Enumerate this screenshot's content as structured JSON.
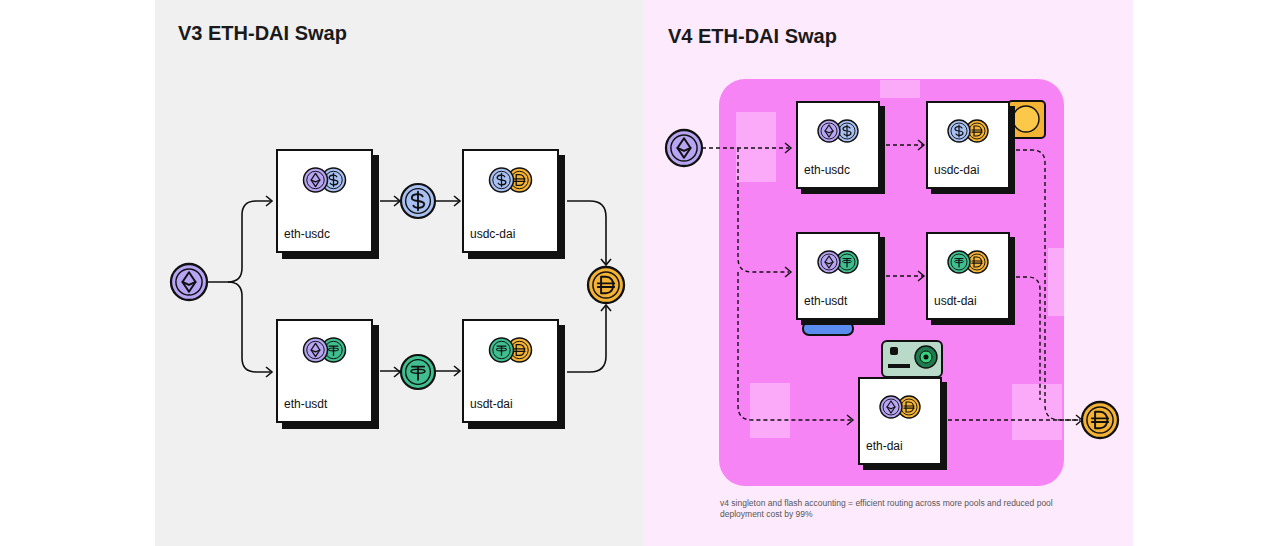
{
  "diagram": {
    "caption": "v4 singleton and flash accounting = efficient routing across more pools and reduced pool deployment cost by 99%",
    "nodes": [
      {
        "text": [
          "eth-usdc"
        ]
      },
      {
        "text": [
          "usdc-dai"
        ]
      },
      {
        "text": [
          "eth-usdt"
        ]
      },
      {
        "text": [
          "usdt-dai"
        ]
      },
      {
        "text": [
          "eth-usdc"
        ]
      },
      {
        "text": [
          "usdc-dai"
        ]
      },
      {
        "text": [
          "eth-usdt"
        ]
      },
      {
        "text": [
          "usdt-dai"
        ]
      },
      {
        "text": [
          "eth-dai"
        ]
      }
    ],
    "edges": [
      {
        "from": 0,
        "to": 1,
        "arrow": "to"
      },
      {
        "from": 2,
        "to": 3,
        "arrow": "to"
      },
      {
        "from": 4,
        "to": 5,
        "arrow": "to"
      },
      {
        "from": 6,
        "to": 7,
        "arrow": "to"
      }
    ],
    "labels": [
      "V3 ETH-DAI Swap",
      "V4 ETH-DAI Swap"
    ]
  }
}
